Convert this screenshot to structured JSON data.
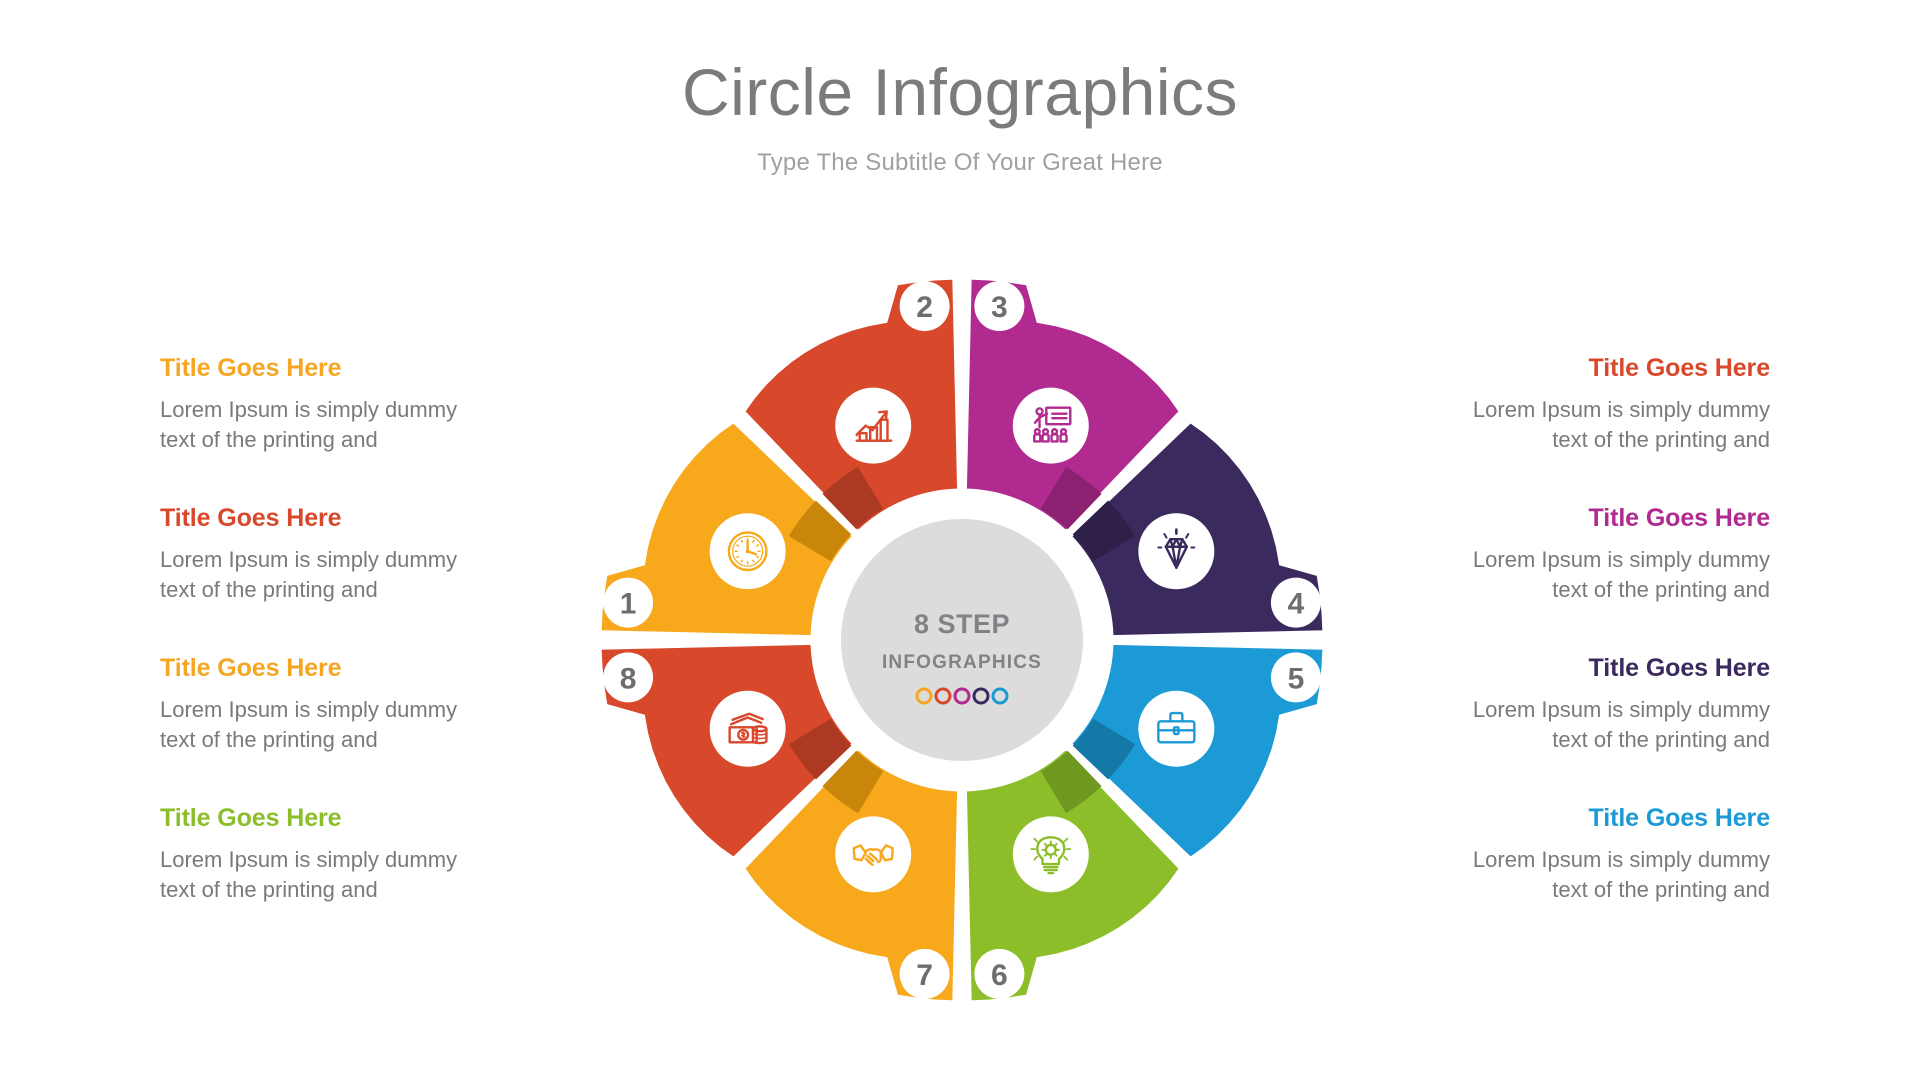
{
  "header": {
    "title": "Circle Infographics",
    "subtitle": "Type The Subtitle Of Your Great Here"
  },
  "hub": {
    "line1": "8 STEP",
    "line2": "INFOGRAPHICS",
    "dot_colors": [
      "#F5A623",
      "#D8482B",
      "#B02A8F",
      "#3B2A5E",
      "#1B9AD6"
    ],
    "bg_color": "#dcdcdc"
  },
  "palette": {
    "amber": "#F7A81B",
    "amber_dark": "#C8860A",
    "red": "#D8482B",
    "red_dark": "#AC3A22",
    "magenta": "#B02A8F",
    "magenta_dark": "#8C2172",
    "indigo": "#3B2A5E",
    "indigo_dark": "#2E2049",
    "blue": "#1B9AD6",
    "blue_dark": "#1579A8",
    "green": "#8CBE2A",
    "green_dark": "#6F9821",
    "title_gray": "#7b7b7b",
    "body_gray": "#7a7a7a"
  },
  "segments": [
    {
      "number": "1",
      "color": "#F7A81B",
      "shade": "#C8860A",
      "icon": "clock-icon"
    },
    {
      "number": "2",
      "color": "#D8482B",
      "shade": "#AC3A22",
      "icon": "growth-chart-icon"
    },
    {
      "number": "3",
      "color": "#B02A8F",
      "shade": "#8C2172",
      "icon": "presentation-training-icon"
    },
    {
      "number": "4",
      "color": "#3B2A5E",
      "shade": "#2E2049",
      "icon": "diamond-icon"
    },
    {
      "number": "5",
      "color": "#1B9AD6",
      "shade": "#1579A8",
      "icon": "briefcase-icon"
    },
    {
      "number": "6",
      "color": "#8CBE2A",
      "shade": "#6F9821",
      "icon": "lightbulb-gear-icon"
    },
    {
      "number": "7",
      "color": "#F7A81B",
      "shade": "#C8860A",
      "icon": "handshake-icon"
    },
    {
      "number": "8",
      "color": "#D8482B",
      "shade": "#AC3A22",
      "icon": "money-cash-icon"
    }
  ],
  "left_blocks": [
    {
      "title": "Title Goes Here",
      "color": "#F5A623",
      "body_line1": "Lorem Ipsum is simply dummy",
      "body_line2": "text of the printing and"
    },
    {
      "title": "Title Goes Here",
      "color": "#D8482B",
      "body_line1": "Lorem Ipsum is simply dummy",
      "body_line2": "text of the printing and"
    },
    {
      "title": "Title Goes Here",
      "color": "#F5A623",
      "body_line1": "Lorem Ipsum is simply dummy",
      "body_line2": "text of the printing and"
    },
    {
      "title": "Title Goes Here",
      "color": "#8CBE2A",
      "body_line1": "Lorem Ipsum is simply dummy",
      "body_line2": "text of the printing and"
    }
  ],
  "right_blocks": [
    {
      "title": "Title Goes Here",
      "color": "#D8482B",
      "body_line1": "Lorem Ipsum is simply dummy",
      "body_line2": "text of the printing and"
    },
    {
      "title": "Title Goes Here",
      "color": "#B02A8F",
      "body_line1": "Lorem Ipsum is simply dummy",
      "body_line2": "text of the printing and"
    },
    {
      "title": "Title Goes Here",
      "color": "#3B2A5E",
      "body_line1": "Lorem Ipsum is simply dummy",
      "body_line2": "text of the printing and"
    },
    {
      "title": "Title Goes Here",
      "color": "#1B9AD6",
      "body_line1": "Lorem Ipsum is simply dummy",
      "body_line2": "text of the printing and"
    }
  ]
}
